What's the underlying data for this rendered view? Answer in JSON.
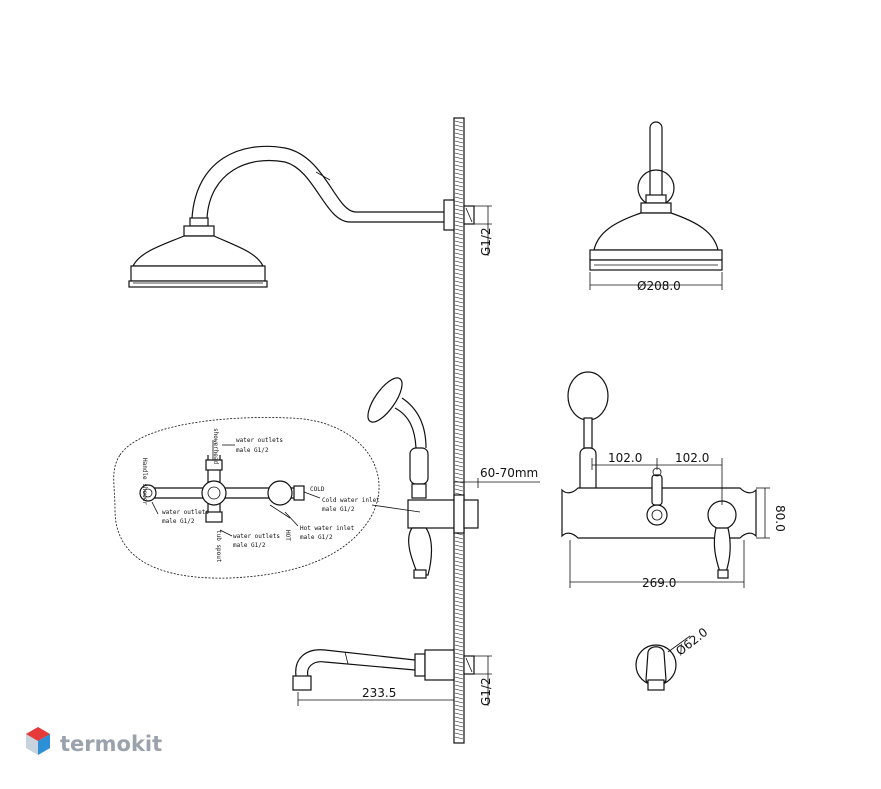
{
  "dimensions": {
    "g12_top": "G1/2",
    "g12_bottom": "G1/2",
    "diameter_208": "Ø208.0",
    "wall_gap": "60-70mm",
    "spacing_left": "102.0",
    "spacing_right": "102.0",
    "height_80": "80.0",
    "width_269": "269.0",
    "diameter_62": "Ø62.0",
    "spout_233": "233.5"
  },
  "detail_labels": {
    "water_outlet_top": "water outlets",
    "male_top": "male G1/2",
    "water_outlet_left": "water outlets",
    "male_left": "male G1/2",
    "water_outlet_bottom": "water outlets",
    "male_bottom": "male G1/2",
    "cold_tag": "COLD",
    "cold_inlet": "Cold water inlet",
    "male_cold": "male G1/2",
    "hot_inlet": "Hot water inlet",
    "male_hot": "male G1/2",
    "hot_tag": "HOT",
    "showerhead": "showerhead",
    "handle_shower": "Handle shower",
    "tub_spout": "tub spout"
  },
  "brand": {
    "name": "termokit",
    "logo_colors": [
      "#e63a3a",
      "#2d8fd6",
      "#c8d3de"
    ]
  }
}
